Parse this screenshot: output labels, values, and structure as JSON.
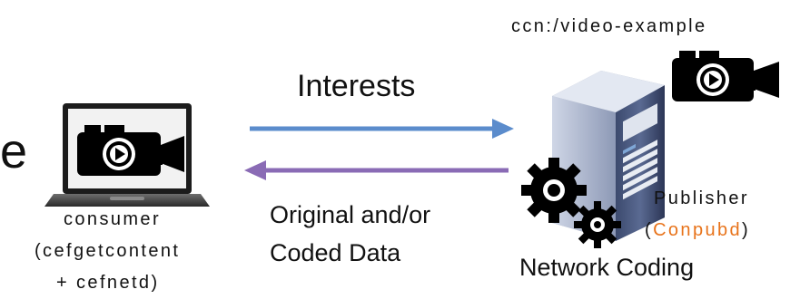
{
  "left_cut_glyph": "e",
  "top_right_label": "ccn:/video-example",
  "interests_label": "Interests",
  "data_label_line1": "Original and/or",
  "data_label_line2": "Coded Data",
  "consumer": {
    "line1": "consumer",
    "line2": "(cefgetcontent",
    "line3": "+ cefnetd)"
  },
  "publisher": {
    "line1": "Publisher",
    "paren_open": "(",
    "name": "Conpubd",
    "paren_close": ")"
  },
  "network_coding_label": "Network Coding",
  "colors": {
    "interest_arrow": "#5b8ccc",
    "data_arrow": "#8a6bb5",
    "conpubd": "#e8731a"
  },
  "icons": [
    "laptop-icon",
    "video-camera-icon",
    "server-icon",
    "gears-icon"
  ]
}
